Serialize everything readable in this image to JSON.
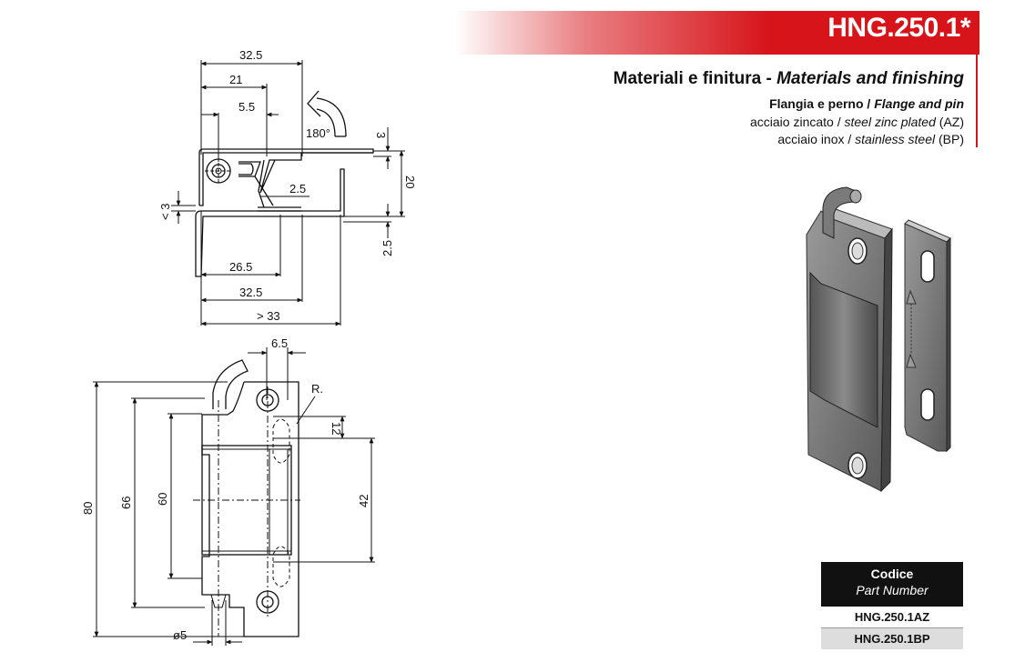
{
  "header": {
    "code": "HNG.250.1*"
  },
  "materials": {
    "title_it": "Materiali e finitura - ",
    "title_en": "Materials and finishing",
    "sub_it": "Flangia e perno / ",
    "sub_en": "Flange and pin",
    "line1_it": "acciaio zincato / ",
    "line1_en": "steel zinc plated",
    "line1_code": " (AZ)",
    "line2_it": "acciaio inox / ",
    "line2_en": "stainless steel",
    "line2_code": " (BP)"
  },
  "drawing_top": {
    "dims": {
      "d325": "32.5",
      "d21": "21",
      "d55": "5.5",
      "angle": "180°",
      "d3": "3",
      "d20": "20",
      "d25diag": "2.5",
      "d25v": "2.5",
      "lt3": "< 3",
      "d265": "26.5",
      "d325b": "32.5",
      "gt33": "> 33"
    }
  },
  "drawing_front": {
    "dims": {
      "d65": "6.5",
      "r": "R.",
      "d12": "12",
      "d80": "80",
      "d66": "66",
      "d60": "60",
      "d42": "42",
      "phi5": "ø5"
    }
  },
  "parts_table": {
    "header_it": "Codice",
    "header_en": "Part Number",
    "rows": [
      "HNG.250.1AZ",
      "HNG.250.1BP"
    ]
  },
  "colors": {
    "accent": "#d6141a",
    "table_header": "#111111",
    "row_alt": "#dddddd"
  }
}
